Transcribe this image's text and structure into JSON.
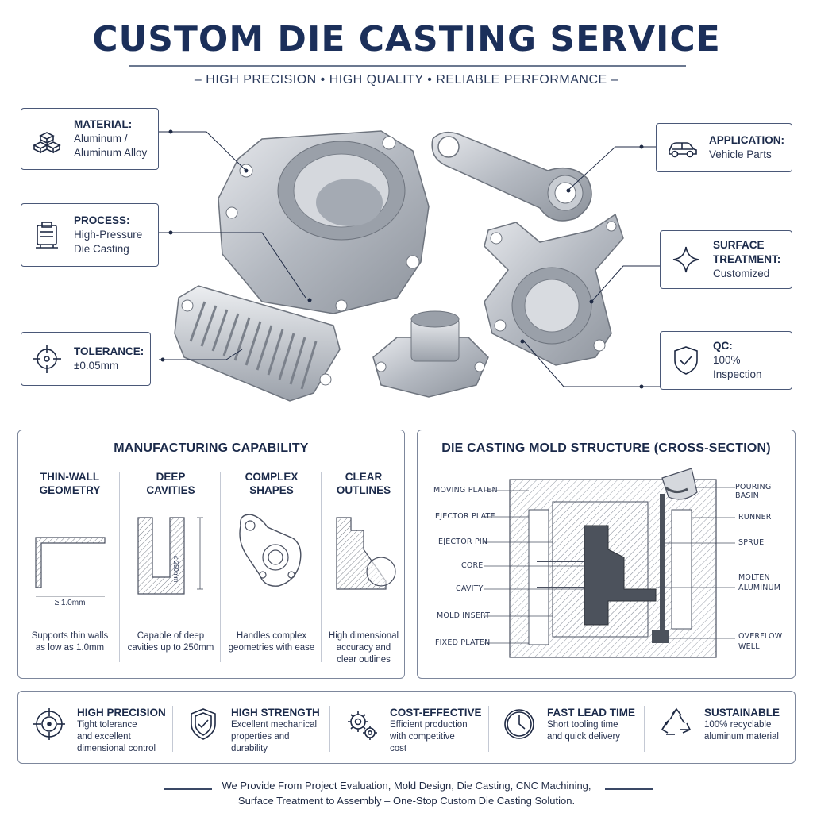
{
  "header": {
    "title": "CUSTOM DIE CASTING SERVICE",
    "subtitle": "– HIGH PRECISION  •  HIGH QUALITY  •  RELIABLE PERFORMANCE –"
  },
  "specs": {
    "material": {
      "label": "MATERIAL:",
      "value_1": "Aluminum /",
      "value_2": "Aluminum Alloy",
      "icon": "ingot-stack-icon"
    },
    "process": {
      "label": "PROCESS:",
      "value_1": "High-Pressure",
      "value_2": "Die Casting",
      "icon": "casting-machine-icon"
    },
    "tolerance": {
      "label": "TOLERANCE:",
      "value_1": "±0.05mm",
      "icon": "crosshair-icon"
    },
    "application": {
      "label": "APPLICATION:",
      "value_1": "Vehicle Parts",
      "icon": "car-icon"
    },
    "surface": {
      "label": "SURFACE",
      "label_2": "TREATMENT:",
      "value_1": "Customized",
      "icon": "sparkle-icon"
    },
    "qc": {
      "label": "QC:",
      "value_1": "100%",
      "value_2": "Inspection",
      "icon": "shield-check-icon"
    }
  },
  "capability": {
    "title": "MANUFACTURING CAPABILITY",
    "columns": [
      {
        "head_1": "THIN-WALL",
        "head_2": "GEOMETRY",
        "dim": "≥ 1.0mm",
        "desc_1": "Supports thin walls",
        "desc_2": "as low as 1.0mm",
        "desc_3": ""
      },
      {
        "head_1": "DEEP",
        "head_2": "CAVITIES",
        "dim": "≤ 250mm",
        "desc_1": "Capable of deep",
        "desc_2": "cavities up to 250mm",
        "desc_3": ""
      },
      {
        "head_1": "COMPLEX",
        "head_2": "SHAPES",
        "dim": "",
        "desc_1": "Handles complex",
        "desc_2": "geometries with ease",
        "desc_3": ""
      },
      {
        "head_1": "CLEAR",
        "head_2": "OUTLINES",
        "dim": "",
        "desc_1": "High dimensional",
        "desc_2": "accuracy and",
        "desc_3": "clear outlines"
      }
    ]
  },
  "mold": {
    "title": "DIE CASTING MOLD STRUCTURE (CROSS-SECTION)",
    "left_labels": [
      "MOVING PLATEN",
      "EJECTOR PLATE",
      "EJECTOR PIN",
      "CORE",
      "CAVITY",
      "MOLD INSERT",
      "FIXED PLATEN"
    ],
    "right_labels": [
      "POURING BASIN",
      "RUNNER",
      "SPRUE",
      "MOLTEN",
      "ALUMINUM",
      "OVERFLOW",
      "WELL"
    ]
  },
  "features": [
    {
      "head": "HIGH PRECISION",
      "d1": "Tight tolerance",
      "d2": "and excellent",
      "d3": "dimensional control",
      "icon": "precision-target-icon"
    },
    {
      "head": "HIGH STRENGTH",
      "d1": "Excellent mechanical",
      "d2": "properties and",
      "d3": "durability",
      "icon": "shield-check-icon"
    },
    {
      "head": "COST-EFFECTIVE",
      "d1": "Efficient production",
      "d2": "with competitive",
      "d3": "cost",
      "icon": "gears-icon"
    },
    {
      "head": "FAST LEAD TIME",
      "d1": "Short tooling time",
      "d2": "and quick delivery",
      "d3": "",
      "icon": "clock-icon"
    },
    {
      "head": "SUSTAINABLE",
      "d1": "100% recyclable",
      "d2": "aluminum material",
      "d3": "",
      "icon": "recycle-icon"
    }
  ],
  "footer": {
    "line_1": "We Provide From Project Evaluation, Mold Design, Die Casting, CNC Machining,",
    "line_2": "Surface Treatment to Assembly – One-Stop Custom Die Casting Solution."
  },
  "colors": {
    "navy": "#1b2f5a",
    "border": "#4a5878",
    "metal": "#b9bec6"
  }
}
